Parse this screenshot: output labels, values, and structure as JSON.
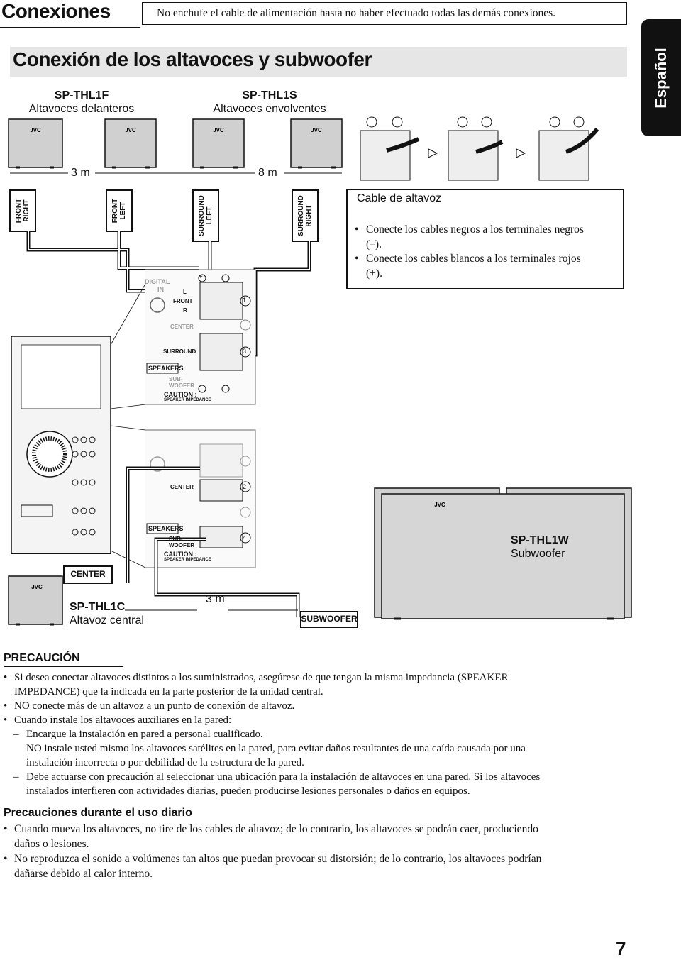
{
  "header": {
    "title": "Conexiones",
    "notice": "No enchufe el cable de alimentación hasta no haber efectuado todas las demás conexiones."
  },
  "section": {
    "title": "Conexión de los altavoces y subwoofer"
  },
  "language_tab": "Español",
  "speakers": {
    "front": {
      "model": "SP-THL1F",
      "name": "Altavoces delanteros"
    },
    "surround": {
      "model": "SP-THL1S",
      "name": "Altavoces envolventes"
    },
    "center": {
      "model": "SP-THL1C",
      "name": "Altavoz central"
    },
    "subwoofer": {
      "model": "SP-THL1W",
      "name": "Subwoofer"
    },
    "brand": "JVC"
  },
  "distances": {
    "front": "3 m",
    "surround": "8 m",
    "center": "3 m"
  },
  "cable_labels": {
    "front_right_1": "FRONT",
    "front_right_2": "RIGHT",
    "front_left_1": "FRONT",
    "front_left_2": "LEFT",
    "surround_left_1": "SURROUND",
    "surround_left_2": "LEFT",
    "surround_right_1": "SURROUND",
    "surround_right_2": "RIGHT",
    "center": "CENTER",
    "subwoofer": "SUBWOOFER"
  },
  "cable_box": {
    "title": "Cable de altavoz",
    "bullets": [
      "Conecte los cables negros a los terminales negros",
      "(–).",
      "Conecte los cables blancos a los terminales rojos",
      "(+)."
    ]
  },
  "panel": {
    "digital": "DIGITAL",
    "in": "IN",
    "l": "L",
    "r": "R",
    "front": "FRONT",
    "center": "CENTER",
    "surround": "SURROUND",
    "speakers": "SPEAKERS",
    "sub": "SUB-",
    "woofer": "WOOFER",
    "caution": "CAUTION :",
    "impedance": "SPEAKER IMPEDANCE",
    "n1": "1",
    "n2": "2",
    "n3": "3",
    "n4": "4",
    "plus": "+",
    "minus": "–"
  },
  "precaution": {
    "heading": "PRECAUCIÓN",
    "lines": [
      "Si desea conectar altavoces distintos a los suministrados, asegúrese de que tengan la misma impedancia (SPEAKER",
      "IMPEDANCE) que la indicada en la parte posterior de la unidad central.",
      "NO conecte más de un altavoz a un punto de conexión de altavoz.",
      "Cuando instale los altavoces auxiliares en la pared:",
      "Encargue la instalación en pared a personal cualificado.",
      "NO instale usted mismo los altavoces satélites en la pared, para evitar daños resultantes de una caída causada por una",
      "instalación incorrecta o por debilidad de la estructura de la pared.",
      "Debe actuarse con precaución al seleccionar una ubicación para la instalación de altavoces en una pared. Si los altavoces",
      "instalados interfieren con actividades diarias, pueden producirse lesiones personales o daños en equipos."
    ]
  },
  "daily": {
    "heading": "Precauciones durante el uso diario",
    "lines": [
      "Cuando mueva los altavoces, no tire de los cables de altavoz; de lo contrario, los altavoces se podrán caer, produciendo",
      "daños o lesiones.",
      "No reproduzca el sonido a volúmenes tan altos que puedan provocar su distorsión; de lo contrario, los altavoces podrían",
      "dañarse debido al calor interno."
    ]
  },
  "page_number": "7"
}
